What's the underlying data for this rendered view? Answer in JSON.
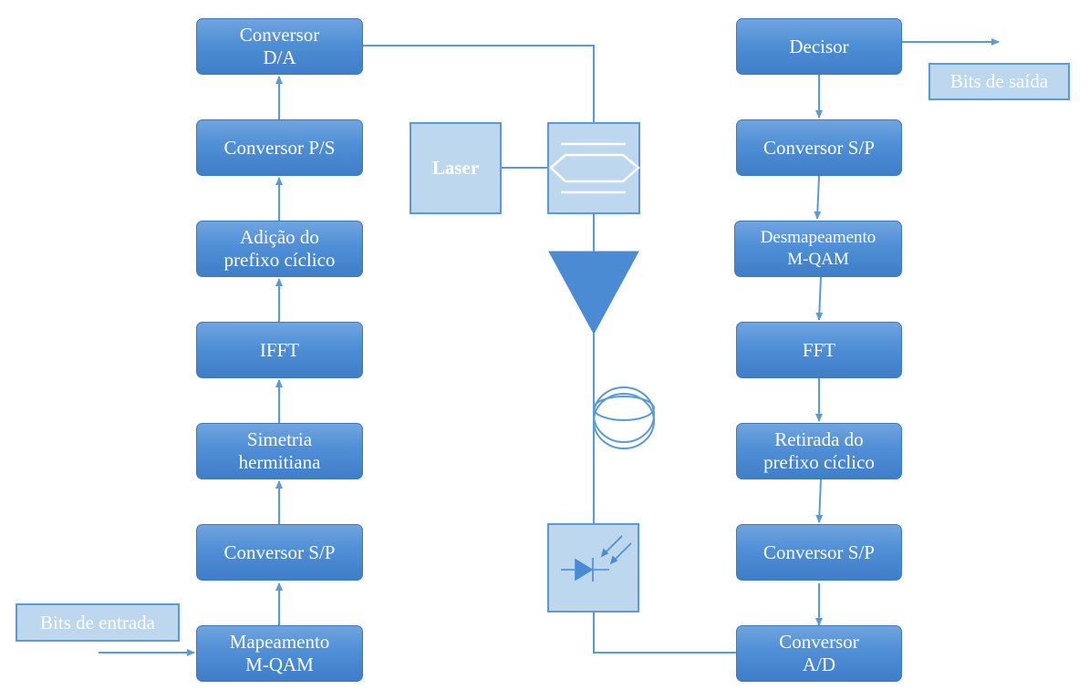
{
  "transmitter": {
    "mapeamento": "Mapeamento\nM-QAM",
    "conversor_sp": "Conversor S/P",
    "simetria": "Simetria\nhermitiana",
    "ifft": "IFFT",
    "adicao": "Adição do\nprefixo cíclico",
    "conversor_ps": "Conversor P/S",
    "conversor_da": "Conversor\nD/A"
  },
  "optical": {
    "laser": "Laser",
    "modulator": "mach-zehnder-modulator-icon",
    "amplifier": "amplifier-triangle-icon",
    "fiber": "fiber-spool-icon",
    "photodiode": "photodiode-icon"
  },
  "receiver": {
    "conversor_ad": "Conversor\nA/D",
    "conversor_sp": "Conversor S/P",
    "retirada": "Retirada do\nprefixo cíclico",
    "fft": "FFT",
    "desmapeamento": "Desmapeamento\nM-QAM",
    "conversor_sp2": "Conversor S/P",
    "decisor": "Decisor"
  },
  "labels": {
    "bits_entrada": "Bits de entrada",
    "bits_saida": "Bits de saída"
  },
  "colors": {
    "block": "#4f8fd6",
    "line": "#5b9bd5",
    "light": "#bdd7ee"
  }
}
